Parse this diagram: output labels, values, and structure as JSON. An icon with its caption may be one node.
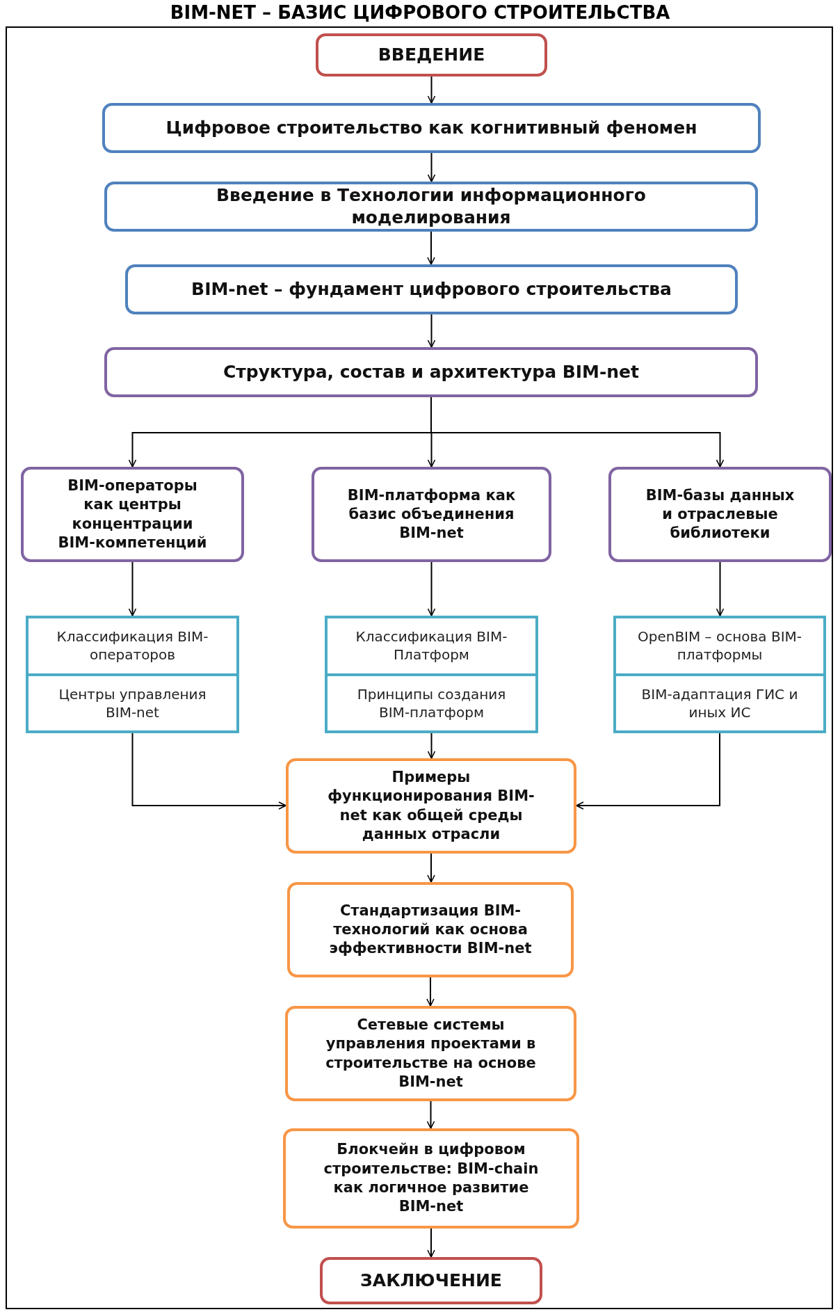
{
  "diagram": {
    "title": "BIM-NET – БАЗИС ЦИФРОВОГО СТРОИТЕЛЬСТВА",
    "nodes": [
      {
        "text": [
          "ВВЕДЕНИЕ"
        ]
      },
      {
        "text": [
          "Цифровое строительство как когнитивный феномен"
        ]
      },
      {
        "text": [
          "Введение в Технологии информационного моделирования"
        ]
      },
      {
        "text": [
          "BIM-net – фундамент цифрового строительства"
        ]
      },
      {
        "text": [
          "Структура, состав и архитектура BIM-net"
        ]
      },
      {
        "text": [
          "BIM-операторы как центры концентрации BIM-компетенций"
        ]
      },
      {
        "text": [
          "BIM-платформа как базис объединения BIM-net"
        ]
      },
      {
        "text": [
          "BIM-базы данных и отраслевые библиотеки"
        ]
      },
      {
        "text": [],
        "shape": "box"
      },
      {
        "text": [
          "Классификация BIM-операторов"
        ],
        "in": 8
      },
      {
        "text": [
          "Центры управления BIM-net"
        ],
        "in": 8
      },
      {
        "text": [],
        "shape": "box"
      },
      {
        "text": [
          "Классификация BIM-Платформ"
        ],
        "in": 11
      },
      {
        "text": [
          "Принципы создания BIM-платформ"
        ],
        "in": 11
      },
      {
        "text": [],
        "shape": "box"
      },
      {
        "text": [
          "OpenBIM – основа BIM-платформы"
        ],
        "in": 14
      },
      {
        "text": [
          "BIM-адаптация ГИС и иных ИС"
        ],
        "in": 14
      },
      {
        "text": [
          "Примеры функционирования BIM-net как общей среды данных отрасли"
        ]
      },
      {
        "text": [
          "Стандартизация BIM-технологий как основа эффективности BIM-net"
        ]
      },
      {
        "text": [
          "Сетевые системы управления проектами в строительстве на основе BIM-net"
        ]
      },
      {
        "text": [
          "Блокчейн в цифровом строительстве: BIM-chain как логичное развитие BIM-net"
        ]
      },
      {
        "text": [
          "ЗАКЛЮЧЕНИЕ"
        ]
      }
    ],
    "edges": [
      {
        "from": 0,
        "to": 1,
        "arrow": "to"
      },
      {
        "from": 1,
        "to": 2,
        "arrow": "to"
      },
      {
        "from": 2,
        "to": 3,
        "arrow": "to"
      },
      {
        "from": 3,
        "to": 4,
        "arrow": "to"
      },
      {
        "from": 4,
        "to": 5,
        "arrow": "to"
      },
      {
        "from": 4,
        "to": 6,
        "arrow": "to"
      },
      {
        "from": 4,
        "to": 7,
        "arrow": "to"
      },
      {
        "from": 5,
        "to": 8,
        "arrow": "to"
      },
      {
        "from": 6,
        "to": 11,
        "arrow": "to"
      },
      {
        "from": 7,
        "to": 14,
        "arrow": "to"
      },
      {
        "from": 8,
        "to": 17,
        "arrow": "to"
      },
      {
        "from": 11,
        "to": 17,
        "arrow": "to"
      },
      {
        "from": 14,
        "to": 17,
        "arrow": "to"
      },
      {
        "from": 17,
        "to": 18,
        "arrow": "to"
      },
      {
        "from": 18,
        "to": 19,
        "arrow": "to"
      },
      {
        "from": 19,
        "to": 20,
        "arrow": "to"
      },
      {
        "from": 20,
        "to": 21,
        "arrow": "to"
      }
    ]
  }
}
